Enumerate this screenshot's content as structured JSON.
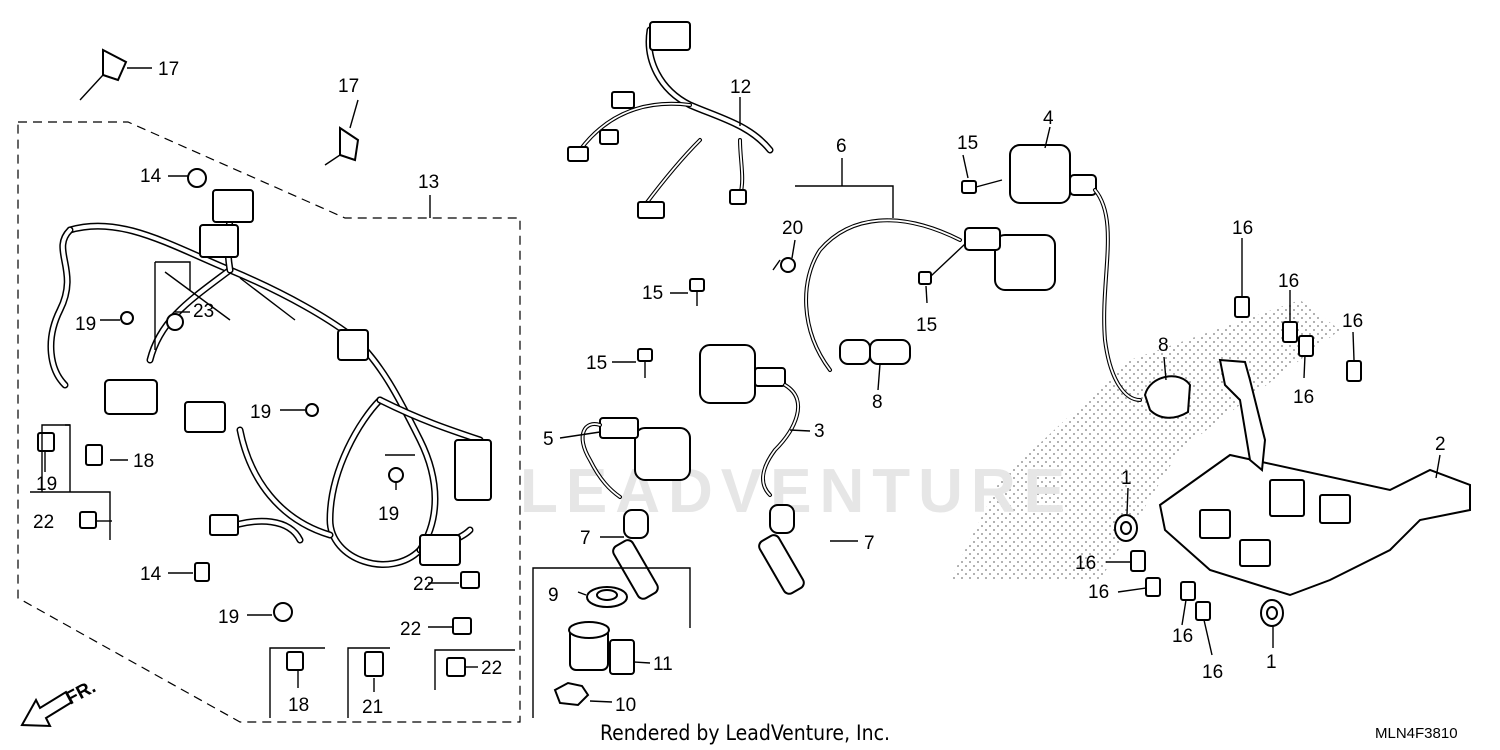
{
  "footer": {
    "rendered_by": "Rendered by LeadVenture, Inc.",
    "diagram_code": "MLN4F3810",
    "watermark": "LEADVENTURE",
    "direction_label": "FR."
  },
  "callouts": {
    "c1a": "1",
    "c1b": "1",
    "c2": "2",
    "c3": "3",
    "c4": "4",
    "c5": "5",
    "c6": "6",
    "c7a": "7",
    "c7b": "7",
    "c8a": "8",
    "c8b": "8",
    "c9": "9",
    "c10": "10",
    "c11": "11",
    "c12": "12",
    "c13": "13",
    "c14a": "14",
    "c14b": "14",
    "c15a": "15",
    "c15b": "15",
    "c15c": "15",
    "c15d": "15",
    "c16a": "16",
    "c16b": "16",
    "c16c": "16",
    "c16d": "16",
    "c16e": "16",
    "c16f": "16",
    "c16g": "16",
    "c16h": "16",
    "c17a": "17",
    "c17b": "17",
    "c18a": "18",
    "c18b": "18",
    "c19a": "19",
    "c19b": "19",
    "c19c": "19",
    "c19d": "19",
    "c19e": "19",
    "c20": "20",
    "c21": "21",
    "c22a": "22",
    "c22b": "22",
    "c22c": "22",
    "c22d": "22",
    "c23": "23"
  }
}
